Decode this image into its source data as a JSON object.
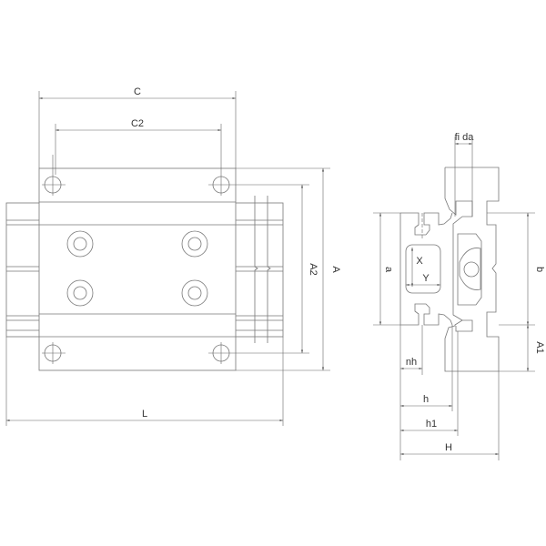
{
  "front_view": {
    "dims": {
      "C": "C",
      "C2": "C2",
      "A": "A",
      "A2": "A2",
      "L": "L"
    }
  },
  "side_view": {
    "dims": {
      "fi_da": "fi da",
      "a": "a",
      "b": "b",
      "A1": "A1",
      "nh": "nh",
      "h": "h",
      "h1": "h1",
      "H": "H",
      "X": "X",
      "Y": "Y"
    }
  },
  "colors": {
    "line": "#777777",
    "background": "#ffffff"
  }
}
